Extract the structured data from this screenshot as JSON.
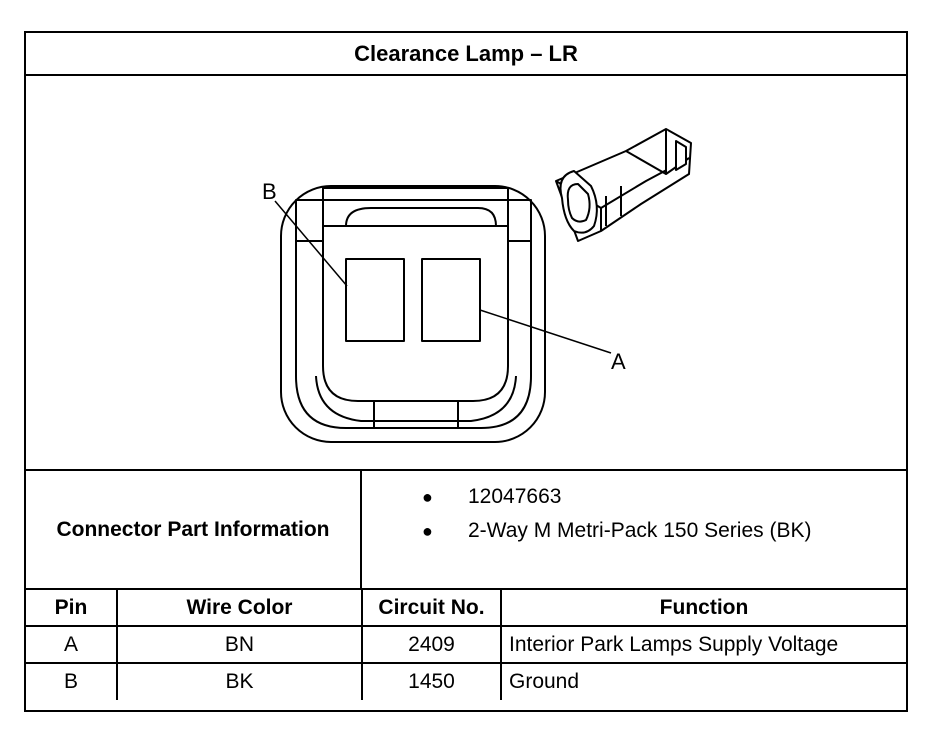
{
  "title": "Clearance Lamp – LR",
  "diagram": {
    "callouts": [
      "B",
      "A"
    ]
  },
  "connector_info": {
    "label": "Connector Part Information",
    "items": [
      "12047663",
      "2-Way M Metri-Pack 150 Series (BK)"
    ]
  },
  "pin_table": {
    "headers": [
      "Pin",
      "Wire Color",
      "Circuit No.",
      "Function"
    ],
    "rows": [
      [
        "A",
        "BN",
        "2409",
        "Interior Park Lamps Supply Voltage"
      ],
      [
        "B",
        "BK",
        "1450",
        "Ground"
      ]
    ]
  }
}
